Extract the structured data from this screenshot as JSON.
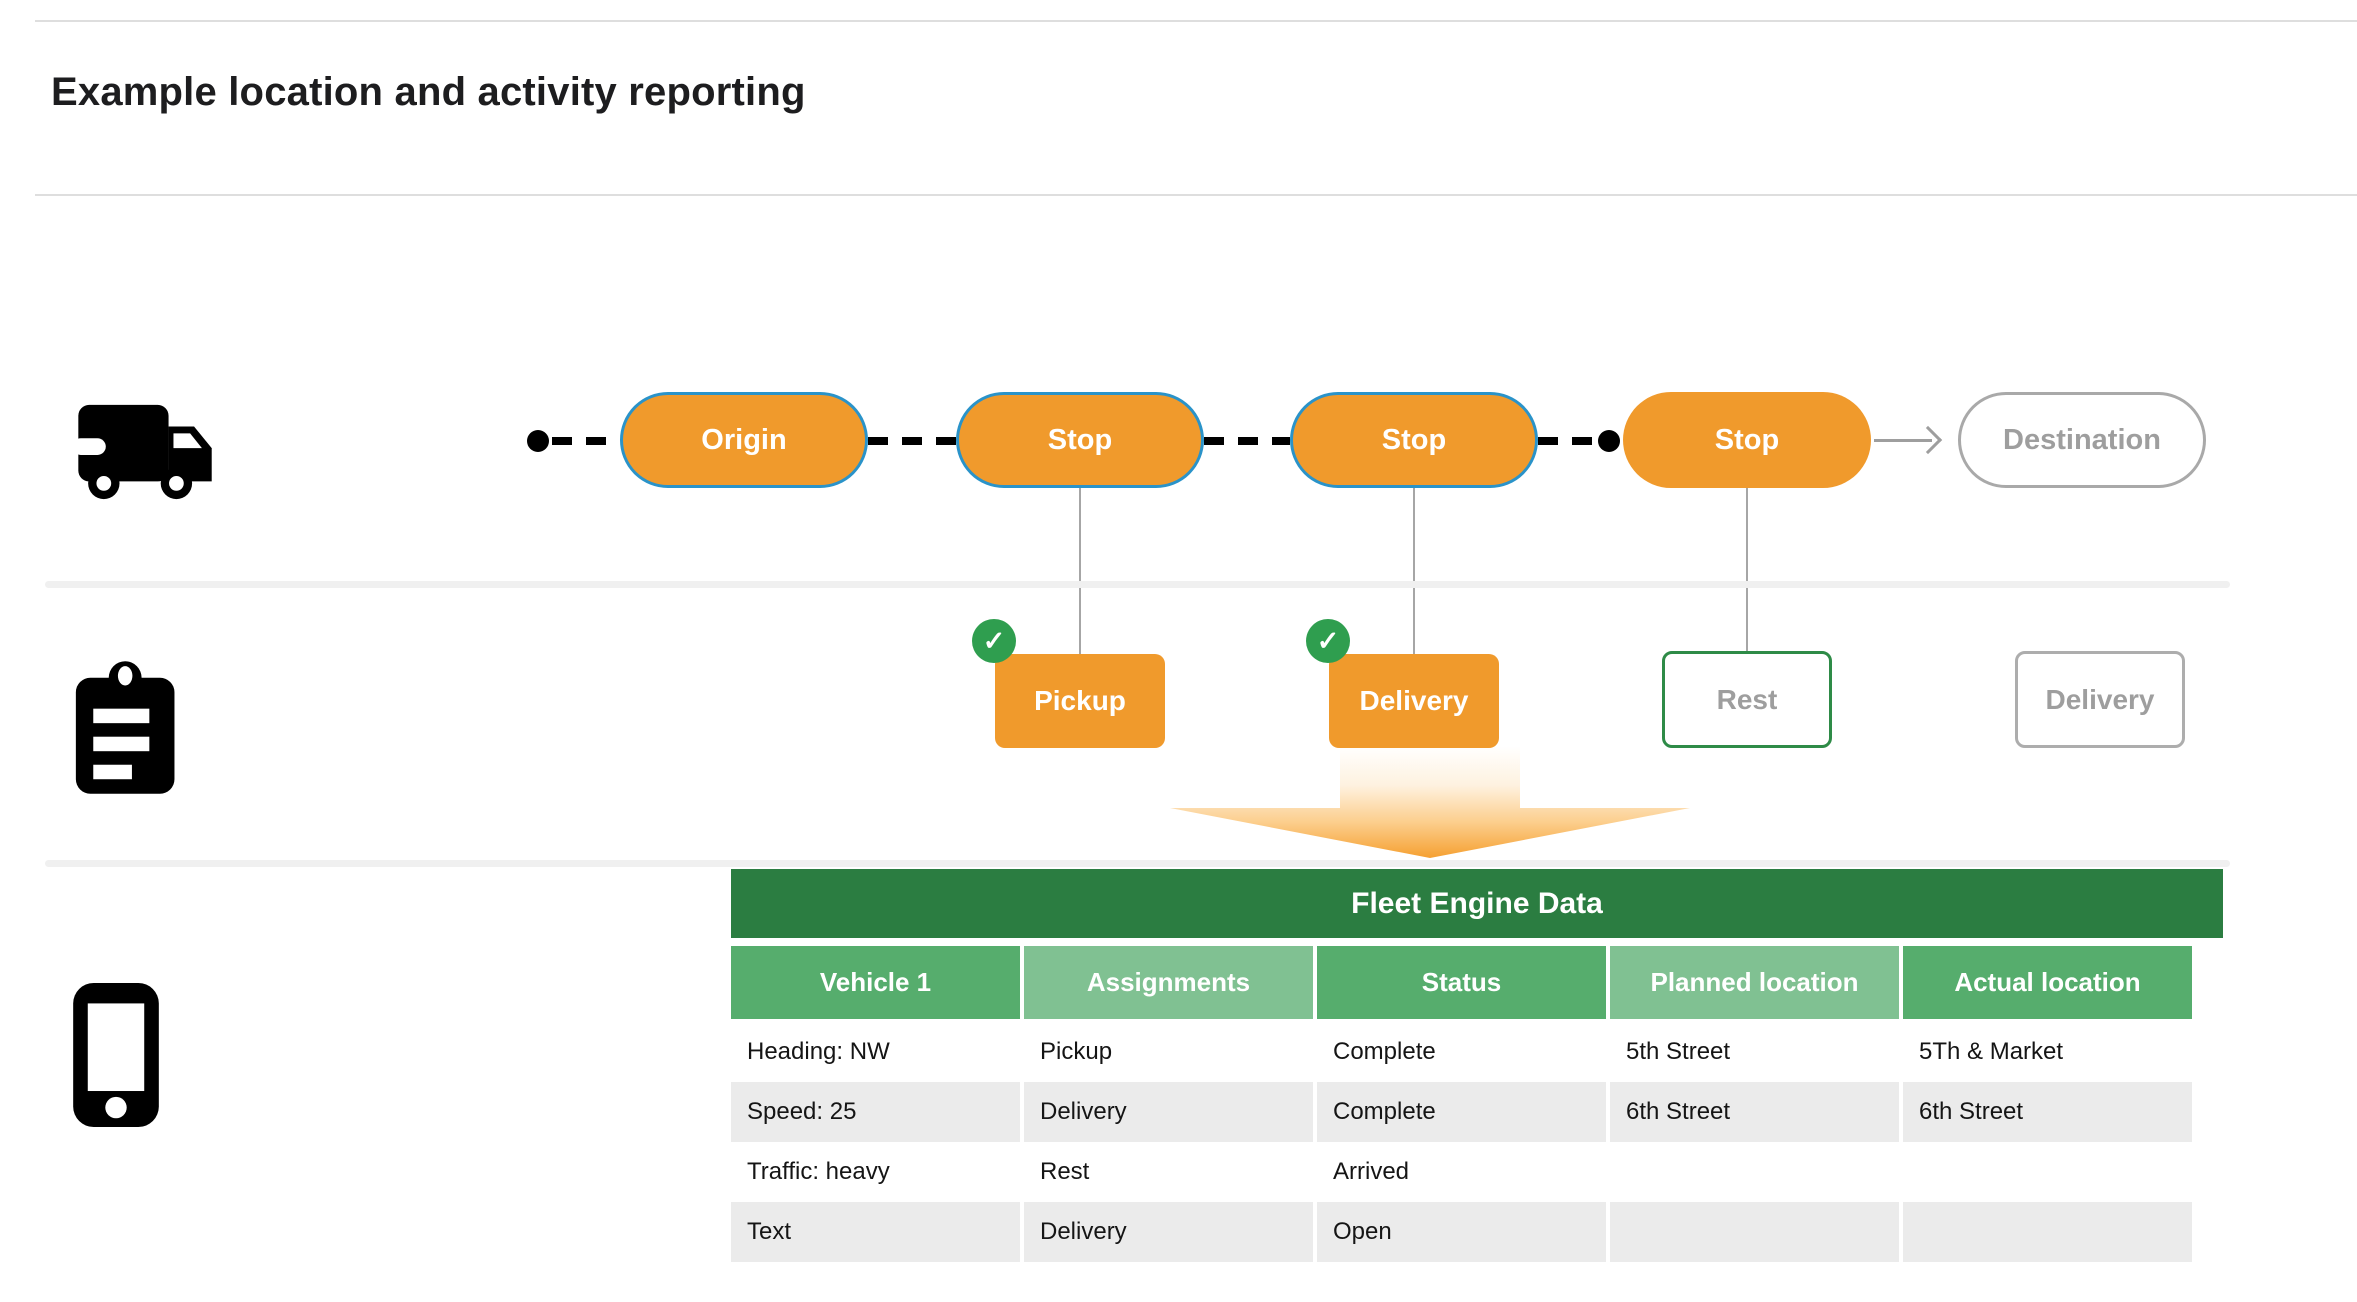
{
  "page": {
    "title": "Example location and activity reporting"
  },
  "icons": {
    "vehicle": "truck-icon",
    "activities": "clipboard-icon",
    "device": "phone-icon",
    "completed": "check-circle-icon",
    "route_start": "route-start-dot",
    "vehicle_position": "vehicle-position-dot",
    "to_destination": "arrow-right-icon"
  },
  "route": {
    "stops": [
      {
        "label": "Origin",
        "style": "orange-blue-border"
      },
      {
        "label": "Stop",
        "style": "orange-blue-border"
      },
      {
        "label": "Stop",
        "style": "orange-blue-border"
      },
      {
        "label": "Stop",
        "style": "orange-plain"
      },
      {
        "label": "Destination",
        "style": "gray-outline"
      }
    ]
  },
  "activities": {
    "items": [
      {
        "label": "Pickup",
        "completed": true,
        "style": "orange-filled"
      },
      {
        "label": "Delivery",
        "completed": true,
        "style": "orange-filled"
      },
      {
        "label": "Rest",
        "completed": false,
        "style": "green-outline"
      },
      {
        "label": "Delivery",
        "completed": false,
        "style": "gray-outline"
      }
    ],
    "check_glyph": "✓"
  },
  "table": {
    "title": "Fleet Engine Data",
    "columns": [
      "Vehicle 1",
      "Assignments",
      "Status",
      "Planned location",
      "Actual location"
    ],
    "rows": [
      [
        "Heading: NW",
        "Pickup",
        "Complete",
        "5th Street",
        "5Th & Market"
      ],
      [
        "Speed: 25",
        "Delivery",
        "Complete",
        "6th Street",
        "6th Street"
      ],
      [
        "Traffic: heavy",
        "Rest",
        "Arrived",
        "",
        ""
      ],
      [
        "Text",
        "Delivery",
        "Open",
        "",
        ""
      ]
    ]
  },
  "colors": {
    "orange": "#F09A2C",
    "pill_blue_border": "#2A93C9",
    "check_green": "#2F9E4F",
    "rest_border_green": "#2E8B47",
    "table_header_dark_green": "#2B7D41",
    "table_header_medium_green": "#56AD6D",
    "table_header_light_green": "#80C192",
    "zebra_row_gray": "#EBEBEB",
    "muted_text_gray": "#9E9E9E"
  }
}
